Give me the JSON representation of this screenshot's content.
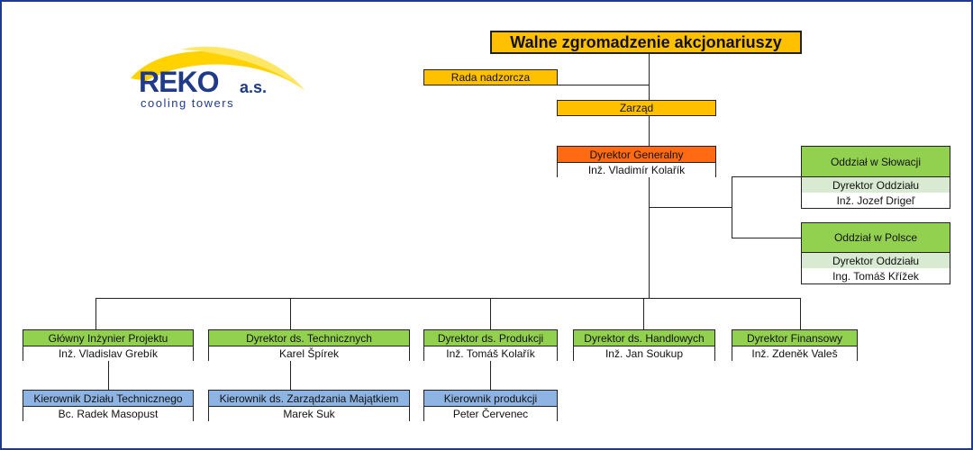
{
  "logo": {
    "brand": "REKO",
    "suffix": "a.s.",
    "tagline": "cooling towers"
  },
  "top": {
    "assembly": "Walne zgromadzenie akcjonariuszy",
    "board": "Rada nadzorcza",
    "management": "Zarząd"
  },
  "ceo": {
    "title": "Dyrektor Generalny",
    "name": "Inž. Vladimír Kolařík"
  },
  "branches": [
    {
      "header": "Oddział w Słowacji",
      "role": "Dyrektor Oddziału",
      "name": "Inž. Jozef Drigeľ"
    },
    {
      "header": "Oddział w Polsce",
      "role": "Dyrektor Oddziału",
      "name": "Ing. Tomáš Křížek"
    }
  ],
  "directors": [
    {
      "title": "Główny Inżynier Projektu",
      "name": "Inž. Vladislav Grebík"
    },
    {
      "title": "Dyrektor ds. Technicznych",
      "name": "Karel Špírek"
    },
    {
      "title": "Dyrektor ds. Produkcji",
      "name": "Inž. Tomáš Kolařík"
    },
    {
      "title": "Dyrektor ds. Handlowych",
      "name": "Inž. Jan Soukup"
    },
    {
      "title": "Dyrektor Finansowy",
      "name": "Inž. Zdeněk Valeš"
    }
  ],
  "managers": [
    {
      "title": "Kierownik Działu Technicznego",
      "name": "Bc. Radek Masopust"
    },
    {
      "title": "Kierownik ds. Zarządzania Majątkiem",
      "name": "Marek Suk"
    },
    {
      "title": "Kierownik produkcji",
      "name": "Peter Červenec"
    }
  ],
  "colors": {
    "orange": "#ffc000",
    "red": "#ff6a13",
    "green": "#92d050",
    "blue": "#8db4e2",
    "logo_blue": "#1f3a8a",
    "logo_yellow": "#ffd200"
  }
}
